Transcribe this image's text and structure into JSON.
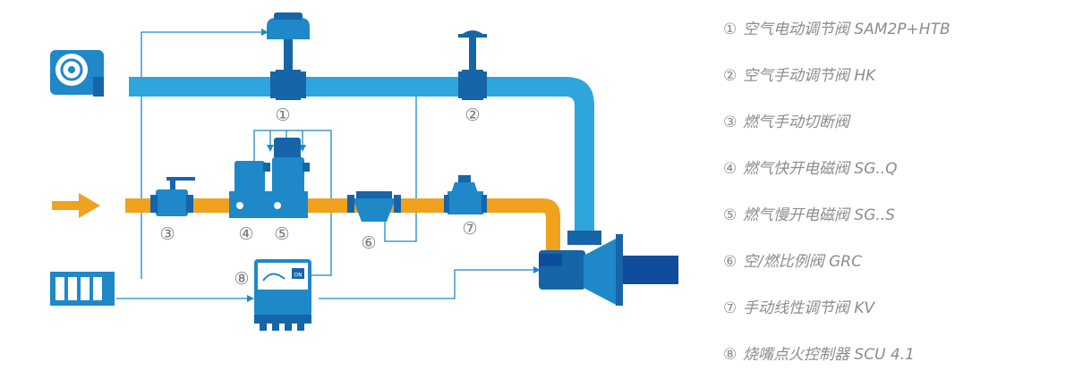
{
  "diagram": {
    "colors": {
      "air_pipe": "#2fa5dd",
      "gas_pipe": "#f0a11d",
      "component": "#1e88c9",
      "component_dark": "#1565a8",
      "signal_line": "#1e88c9",
      "burner": "#0f4c9e"
    },
    "markers": [
      {
        "id": "1",
        "symbol": "①"
      },
      {
        "id": "2",
        "symbol": "②"
      },
      {
        "id": "3",
        "symbol": "③"
      },
      {
        "id": "4",
        "symbol": "④"
      },
      {
        "id": "5",
        "symbol": "⑤"
      },
      {
        "id": "6",
        "symbol": "⑥"
      },
      {
        "id": "7",
        "symbol": "⑦"
      },
      {
        "id": "8",
        "symbol": "⑧"
      }
    ],
    "controller_display": "ON"
  },
  "legend": [
    {
      "num": "①",
      "text": "空气电动调节阀 SAM2P+HTB"
    },
    {
      "num": "②",
      "text": "空气手动调节阀 HK"
    },
    {
      "num": "③",
      "text": "燃气手动切断阀"
    },
    {
      "num": "④",
      "text": "燃气快开电磁阀 SG..Q"
    },
    {
      "num": "⑤",
      "text": "燃气慢开电磁阀 SG..S"
    },
    {
      "num": "⑥",
      "text": "空/燃比例阀 GRC"
    },
    {
      "num": "⑦",
      "text": "手动线性调节阀 KV"
    },
    {
      "num": "⑧",
      "text": "烧嘴点火控制器 SCU 4.1"
    }
  ]
}
